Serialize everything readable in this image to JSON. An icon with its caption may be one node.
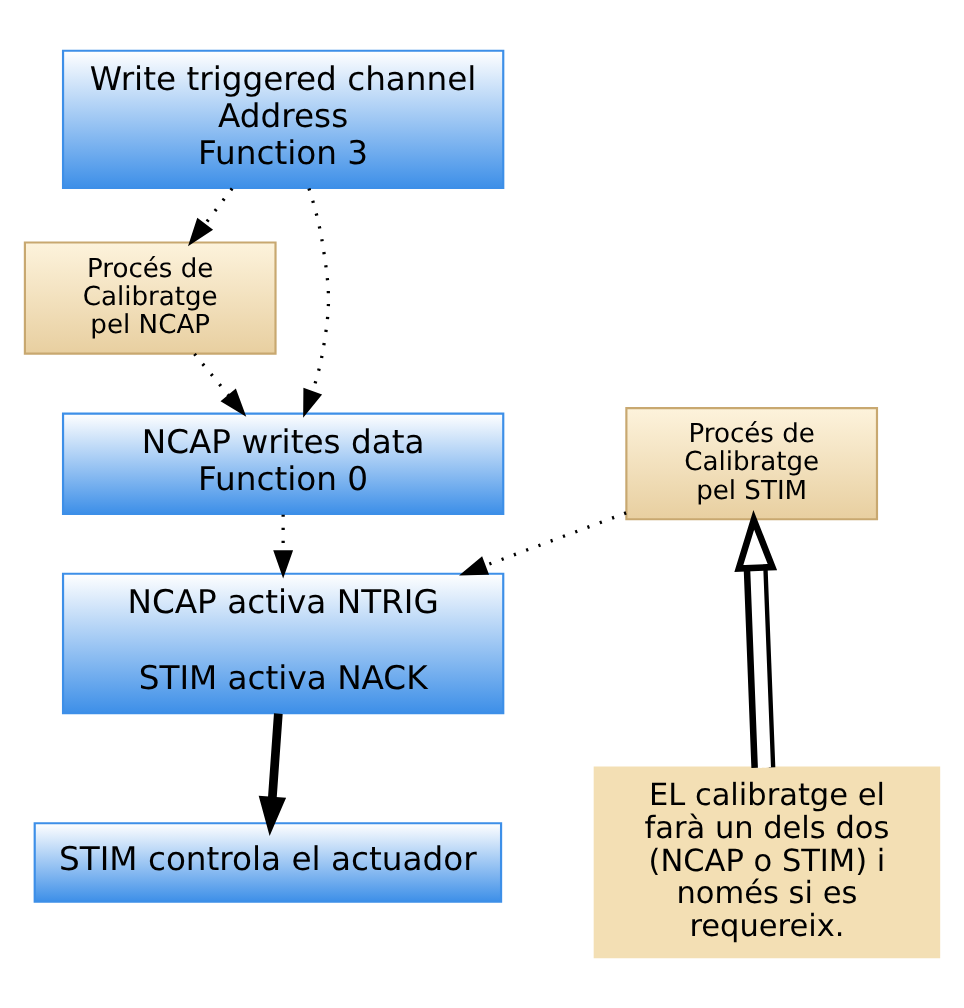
{
  "diagram": {
    "nodes": [
      {
        "text": [
          "Write triggered channel",
          "Address",
          "Function 3"
        ]
      },
      {
        "text": [
          "Procés de Calibratge pel NCAP"
        ]
      },
      {
        "text": [
          "NCAP writes data",
          "Function 0"
        ]
      },
      {
        "text": [
          "Procés de Calibratge pel STIM"
        ]
      },
      {
        "text": [
          "NCAP activa NTRIG",
          "STIM activa NACK"
        ]
      },
      {
        "text": [
          "STIM controla el actuador"
        ]
      },
      {
        "text": [
          "EL calibratge el farà un dels dos (NCAP o STIM) i només si es requereix."
        ]
      }
    ],
    "edges": [
      {
        "from": 0,
        "to": 1,
        "arrow": "to",
        "style": "dashed"
      },
      {
        "from": 0,
        "to": 2,
        "arrow": "to",
        "style": "dashed"
      },
      {
        "from": 1,
        "to": 2,
        "arrow": "to",
        "style": "dashed"
      },
      {
        "from": 2,
        "to": 4,
        "arrow": "to",
        "style": "dashed"
      },
      {
        "from": 3,
        "to": 4,
        "arrow": "to",
        "style": "dashed"
      },
      {
        "from": 4,
        "to": 5,
        "arrow": "to",
        "style": "thick"
      },
      {
        "from": 6,
        "to": 3,
        "arrow": "to",
        "style": "thick",
        "color": "#ffffff"
      }
    ]
  }
}
